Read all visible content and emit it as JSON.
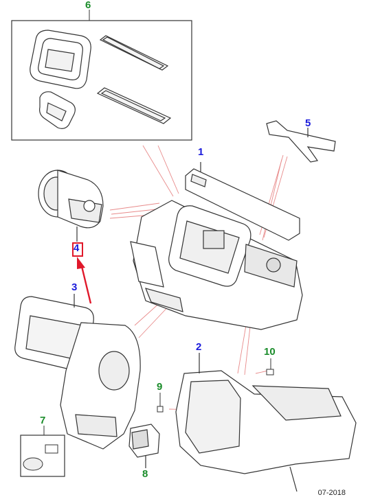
{
  "callouts": {
    "c1": "1",
    "c2": "2",
    "c3": "3",
    "c4": "4",
    "c5": "5",
    "c6": "6",
    "c7": "7",
    "c8": "8",
    "c9": "9",
    "c10": "10"
  },
  "footer": {
    "code": "07-2018"
  },
  "colors": {
    "callout_blue": "#1a1adb",
    "callout_green": "#1a8c2a",
    "highlight_red": "#e0182a",
    "leader_pink": "#e88a8a",
    "line_dark": "#333333"
  }
}
